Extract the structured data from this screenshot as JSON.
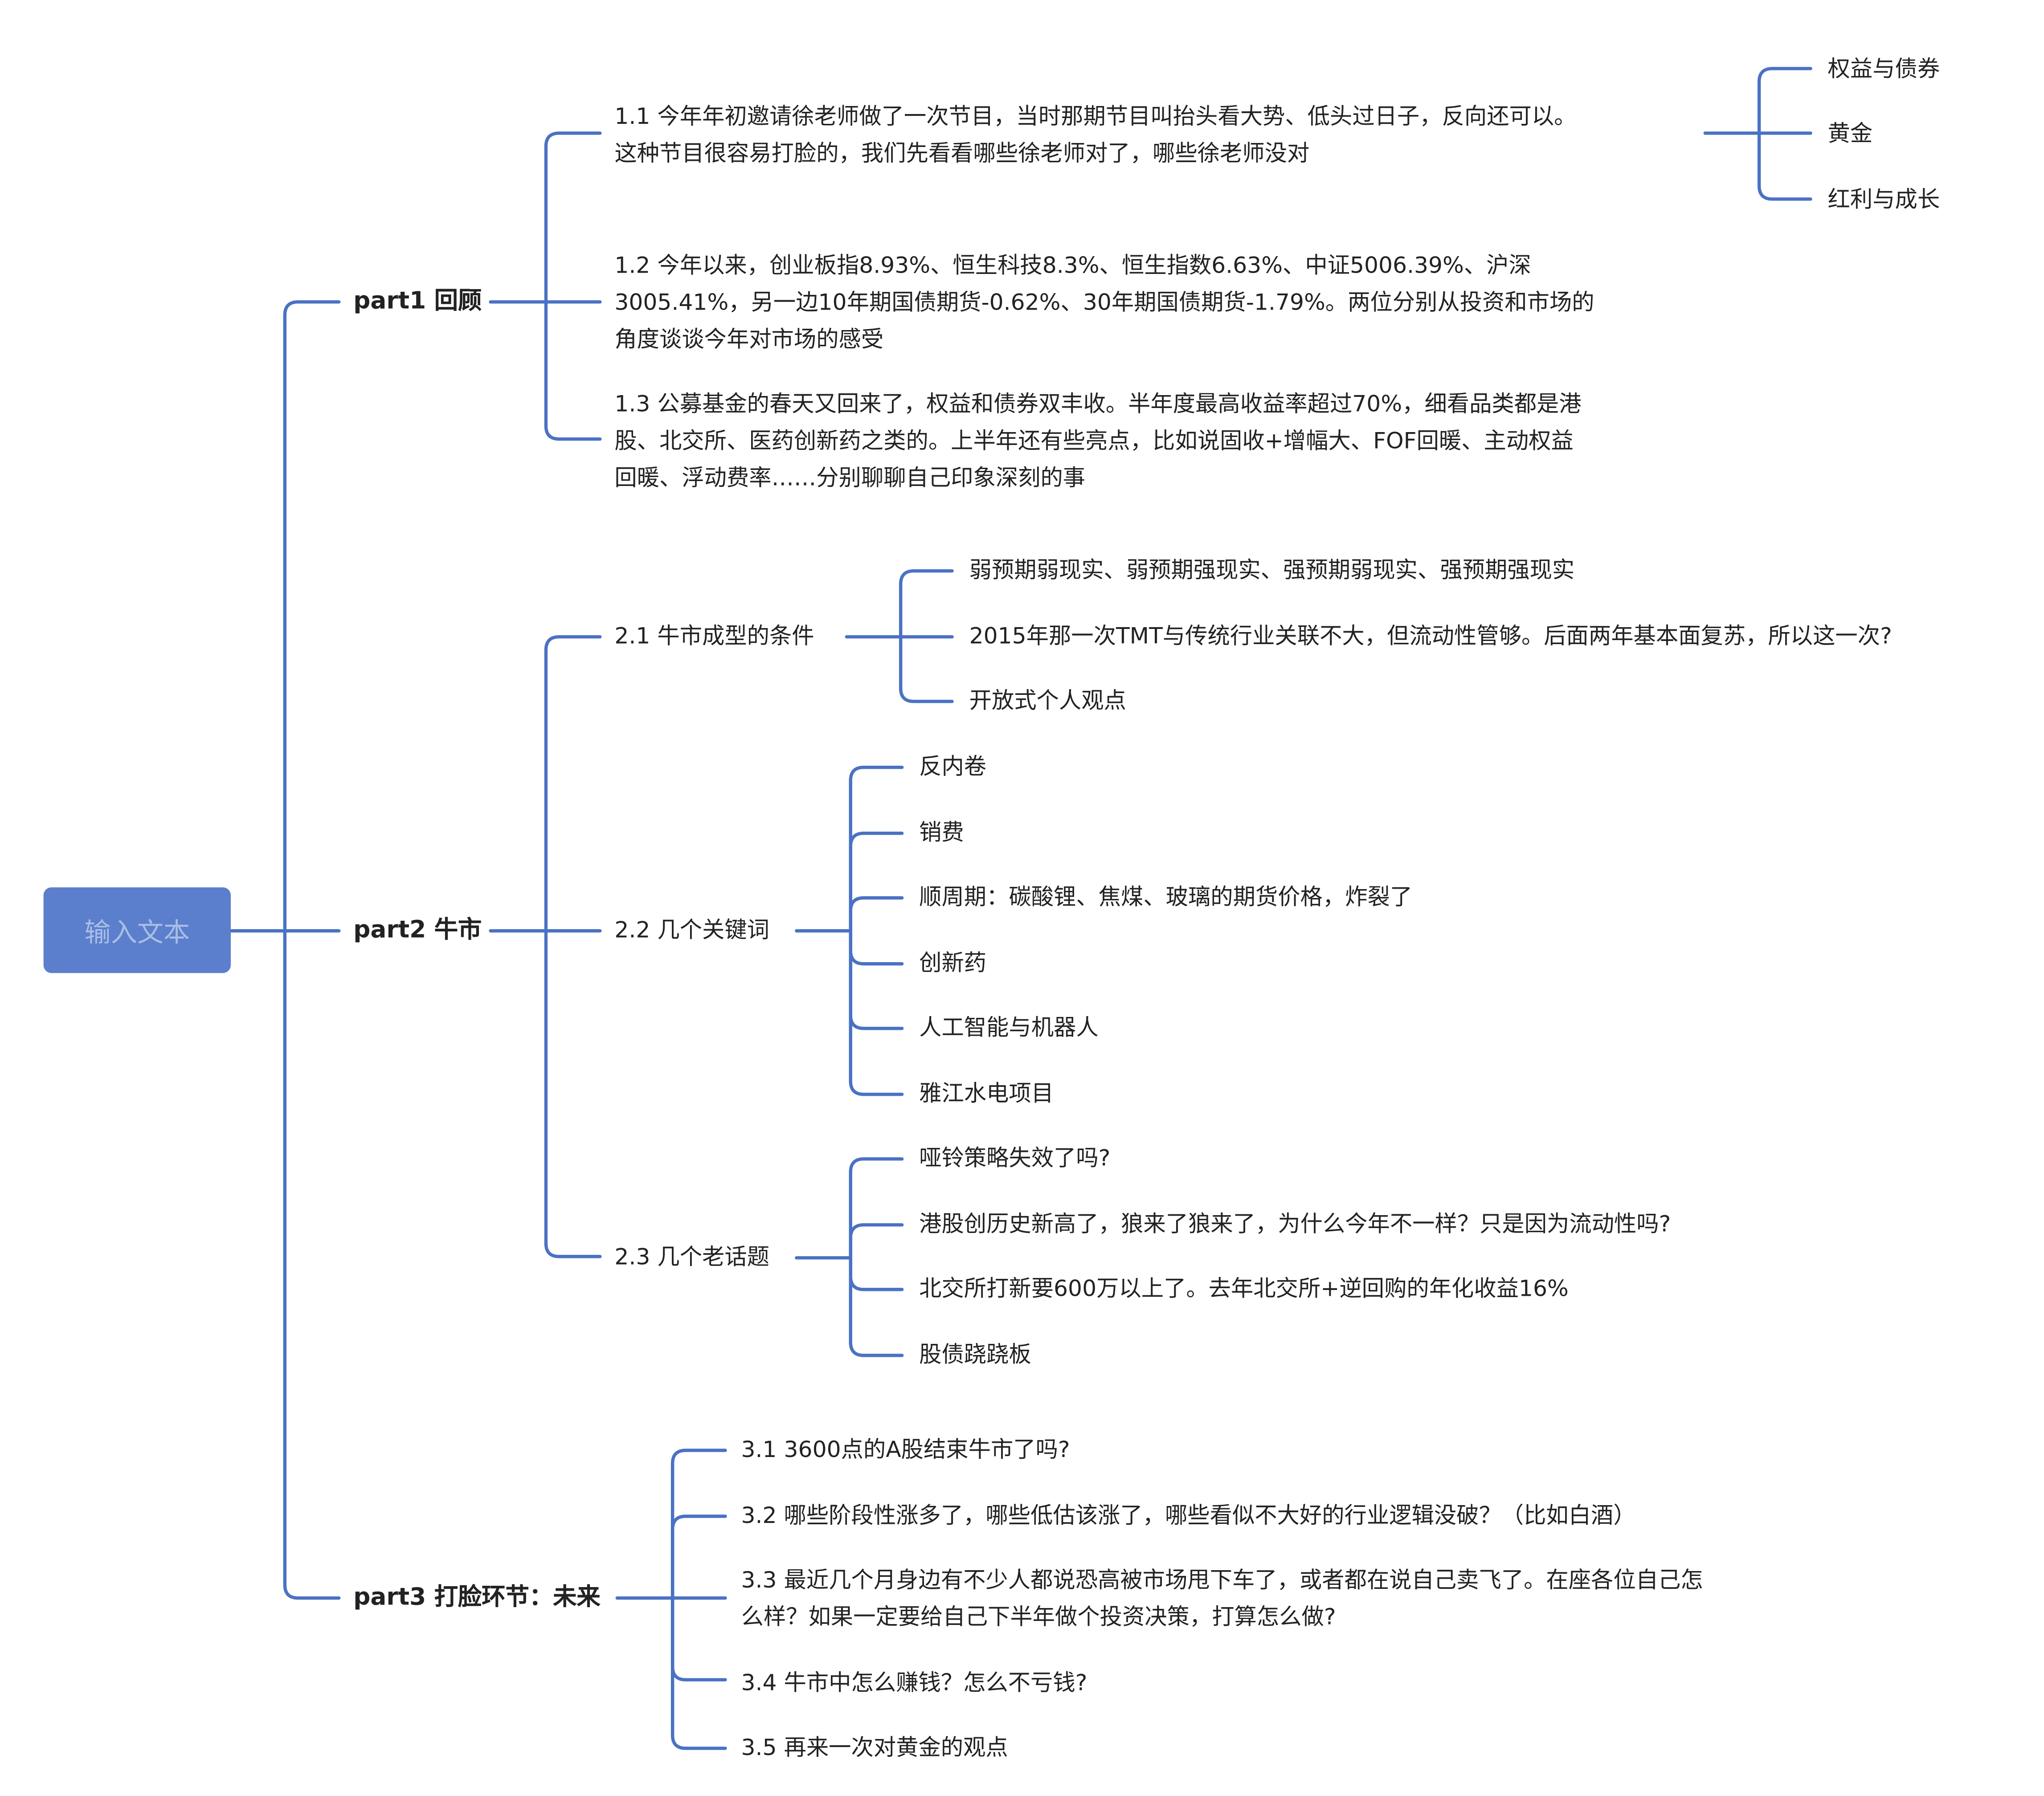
{
  "colors": {
    "line": "#4a72c4",
    "root_bg": "#5b7fcc",
    "root_text": "#a9bde6"
  },
  "root": {
    "label": "输入文本"
  },
  "parts": [
    {
      "label": "part1 回顾",
      "children": [
        {
          "lines": [
            "1.1 今年年初邀请徐老师做了一次节目，当时那期节目叫抬头看大势、低头过日子，反向还可以。",
            "这种节目很容易打脸的，我们先看看哪些徐老师对了，哪些徐老师没对"
          ],
          "children": [
            {
              "lines": [
                "权益与债券"
              ]
            },
            {
              "lines": [
                "黄金"
              ]
            },
            {
              "lines": [
                "红利与成长"
              ]
            }
          ]
        },
        {
          "lines": [
            "1.2 今年以来，创业板指8.93%、恒生科技8.3%、恒生指数6.63%、中证5006.39%、沪深",
            "3005.41%，另一边10年期国债期货-0.62%、30年期国债期货-1.79%。两位分别从投资和市场的",
            "角度谈谈今年对市场的感受"
          ]
        },
        {
          "lines": [
            "1.3 公募基金的春天又回来了，权益和债券双丰收。半年度最高收益率超过70%，细看品类都是港",
            "股、北交所、医药创新药之类的。上半年还有些亮点，比如说固收+增幅大、FOF回暖、主动权益",
            "回暖、浮动费率……分别聊聊自己印象深刻的事"
          ]
        }
      ]
    },
    {
      "label": "part2 牛市",
      "children": [
        {
          "lines": [
            "2.1 牛市成型的条件"
          ],
          "children": [
            {
              "lines": [
                "弱预期弱现实、弱预期强现实、强预期弱现实、强预期强现实"
              ]
            },
            {
              "lines": [
                "2015年那一次TMT与传统行业关联不大，但流动性管够。后面两年基本面复苏，所以这一次?"
              ]
            },
            {
              "lines": [
                "开放式个人观点"
              ]
            }
          ]
        },
        {
          "lines": [
            "2.2 几个关键词"
          ],
          "children": [
            {
              "lines": [
                "反内卷"
              ]
            },
            {
              "lines": [
                "销费"
              ]
            },
            {
              "lines": [
                "顺周期：碳酸锂、焦煤、玻璃的期货价格，炸裂了"
              ]
            },
            {
              "lines": [
                "创新药"
              ]
            },
            {
              "lines": [
                "人工智能与机器人"
              ]
            },
            {
              "lines": [
                "雅江水电项目"
              ]
            }
          ]
        },
        {
          "lines": [
            "2.3 几个老话题"
          ],
          "children": [
            {
              "lines": [
                "哑铃策略失效了吗?"
              ]
            },
            {
              "lines": [
                "港股创历史新高了，狼来了狼来了，为什么今年不一样？只是因为流动性吗?"
              ]
            },
            {
              "lines": [
                "北交所打新要600万以上了。去年北交所+逆回购的年化收益16%"
              ]
            },
            {
              "lines": [
                "股债跷跷板"
              ]
            }
          ]
        }
      ]
    },
    {
      "label": "part3 打脸环节：未来",
      "children": [
        {
          "lines": [
            "3.1 3600点的A股结束牛市了吗?"
          ]
        },
        {
          "lines": [
            "3.2 哪些阶段性涨多了，哪些低估该涨了，哪些看似不大好的行业逻辑没破？（比如白酒）"
          ]
        },
        {
          "lines": [
            "3.3 最近几个月身边有不少人都说恐高被市场甩下车了，或者都在说自己卖飞了。在座各位自己怎",
            "么样？如果一定要给自己下半年做个投资决策，打算怎么做?"
          ]
        },
        {
          "lines": [
            "3.4 牛市中怎么赚钱？怎么不亏钱?"
          ]
        },
        {
          "lines": [
            "3.5 再来一次对黄金的观点"
          ]
        }
      ]
    }
  ]
}
